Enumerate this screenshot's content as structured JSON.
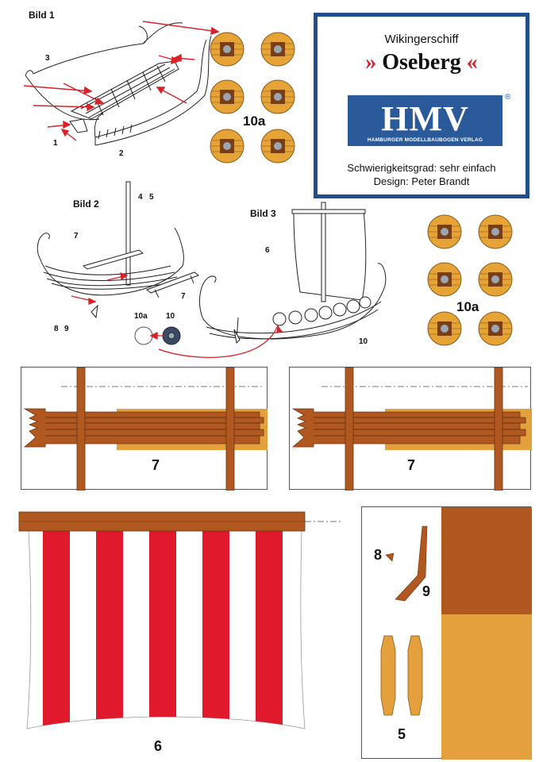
{
  "figures": {
    "bild1": "Bild 1",
    "bild2": "Bild 2",
    "bild3": "Bild 3"
  },
  "callouts": {
    "n1": "1",
    "n2": "2",
    "n3": "3",
    "n4": "4",
    "n5": "5",
    "n6": "6",
    "n7a": "7",
    "n7b": "7",
    "n8": "8",
    "n9": "9",
    "n10": "10",
    "n10_b3": "10",
    "n10a_small": "10a"
  },
  "shields_label_top": "10a",
  "shields_label_mid": "10a",
  "title_box": {
    "subtitle": "Wikingerschiff",
    "quote_left": "»",
    "name": "Oseberg",
    "quote_right": "«",
    "logo_text": "HMV",
    "logo_sub": "HAMBURGER MODELLBAUBOGEN VERLAG",
    "registered": "®",
    "difficulty": "Schwierigkeitsgrad: sehr einfach",
    "design": "Design: Peter Brandt"
  },
  "parts": {
    "left_deck": "7",
    "right_deck": "7",
    "sail": "6",
    "rudder_a": "8",
    "rudder_b": "9",
    "mast_part": "5"
  },
  "colors": {
    "border_blue": "#1f4f8c",
    "logo_blue": "#2a5a9a",
    "wood_dark": "#b0581f",
    "wood_light": "#e3a03c",
    "stripe_red": "#e0192c",
    "shield_gold": "#e6a437",
    "arrow_red": "#d8222a"
  }
}
